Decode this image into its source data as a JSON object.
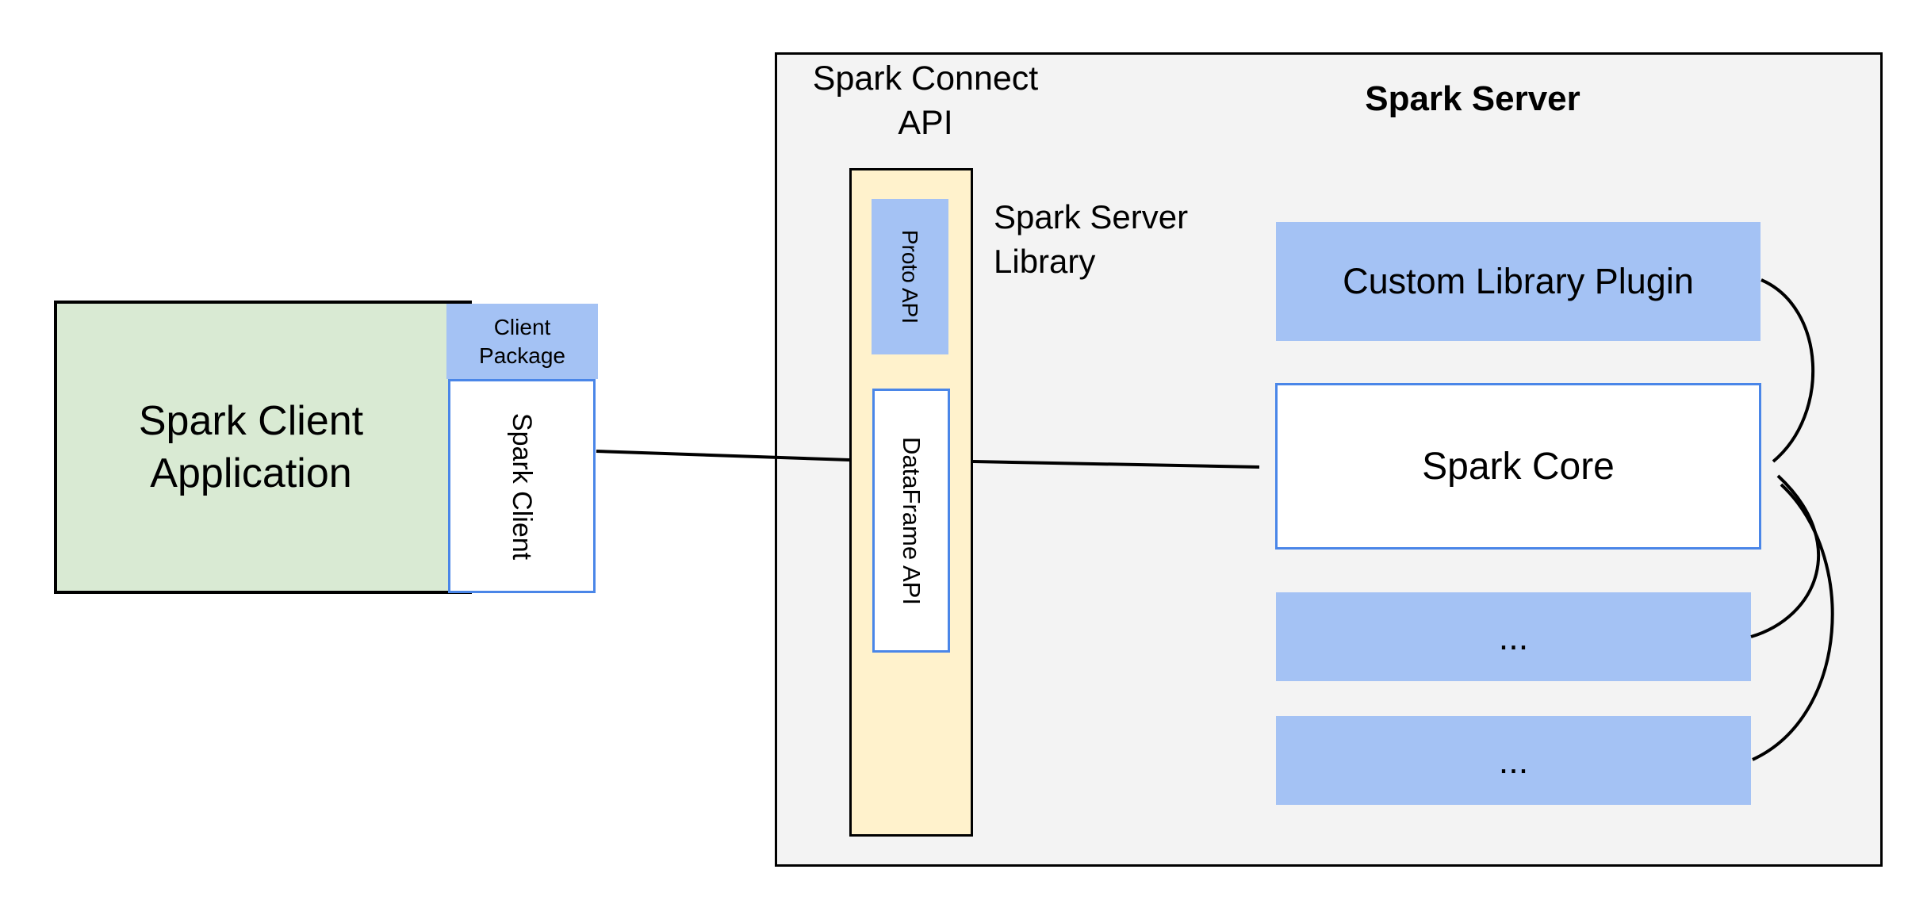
{
  "diagram": {
    "client_app": {
      "label": "Spark Client\nApplication"
    },
    "client_package": {
      "label": "Client\nPackage"
    },
    "spark_client": {
      "label": "Spark Client"
    },
    "spark_connect_api": {
      "label": "Spark Connect\nAPI"
    },
    "proto_api": {
      "label": "Proto  API"
    },
    "dataframe_api": {
      "label": "DataFrame API"
    },
    "spark_server_library": {
      "label": "Spark Server\nLibrary"
    },
    "spark_server": {
      "title": "Spark Server"
    },
    "custom_library_plugin": {
      "label": "Custom Library Plugin"
    },
    "spark_core": {
      "label": "Spark Core"
    },
    "plugin_placeholder_1": {
      "label": "..."
    },
    "plugin_placeholder_2": {
      "label": "..."
    },
    "colors": {
      "client_app_fill": "#d9ead3",
      "package_fill": "#a4c2f4",
      "api_column_fill": "#fff2cc",
      "panel_fill": "#f3f3f3",
      "blue_border": "#4a86e8",
      "line_color": "#000000"
    }
  }
}
